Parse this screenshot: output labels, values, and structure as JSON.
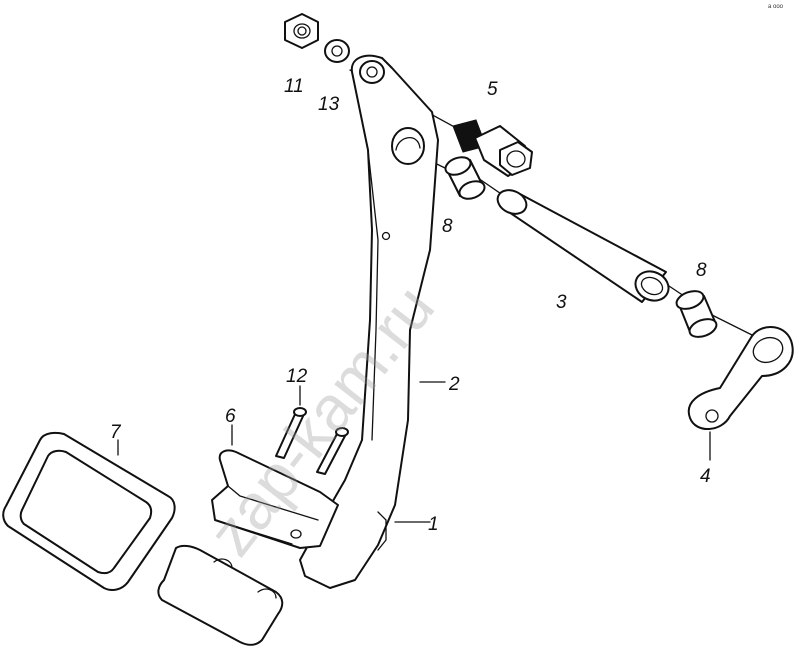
{
  "watermark": "zap-kam.ru",
  "corner_mark": "a ooo",
  "callouts": {
    "c11": "11",
    "c13": "13",
    "c5": "5",
    "c8a": "8",
    "c8b": "8",
    "c3": "3",
    "c2": "2",
    "c12": "12",
    "c6": "6",
    "c7": "7",
    "c1": "1",
    "c4": "4"
  }
}
